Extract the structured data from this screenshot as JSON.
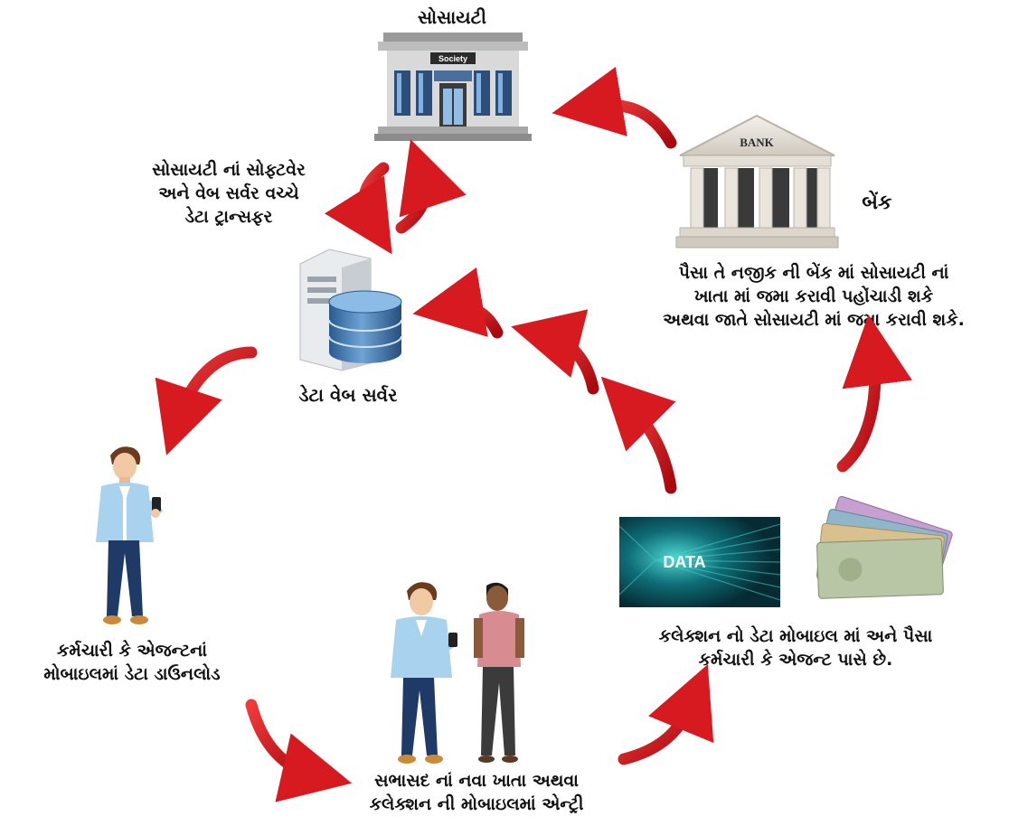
{
  "society": {
    "title": "સોસાયટી",
    "sign": "Society",
    "sync_label": [
      "સોસાયટી નાં સોફ્ટવેર",
      "અને વેબ સર્વર વચ્ચે",
      "ડેટા ટ્રાન્સફર"
    ]
  },
  "bank": {
    "sign": "BANK",
    "title": "બેંક",
    "deposit_label": [
      "પૈસા તે નજીક ની બેંક માં સોસાયટી નાં",
      "ખાતા માં જમા કરાવી પહોંચાડી શકે",
      "અથવા જાતે સોસાયટી માં જમા કરાવી શકે."
    ]
  },
  "server": {
    "title": "ડેટા વેબ સર્વર"
  },
  "agent": {
    "download_label": [
      "કર્મચારી કે એજન્ટનાં",
      "મોબાઇલમાં ડેટા ડાઉનલોડ"
    ]
  },
  "member": {
    "entry_label": [
      "સભાસદ નાં નવા ખાતા અથવા",
      "કલેક્શન ની મોબાઇલમાં એન્ટ્રી"
    ]
  },
  "collection": {
    "data_tile": "DATA",
    "label": [
      "કલેક્શન નો ડેટા મોબાઇલ માં અને પૈસા",
      "કર્મચારી કે એજન્ટ પાસે છે."
    ]
  },
  "colors": {
    "arrow": "#d71920",
    "text": "#111111",
    "shirt": "#a9d2ee",
    "jacket": "#4f86c6"
  }
}
